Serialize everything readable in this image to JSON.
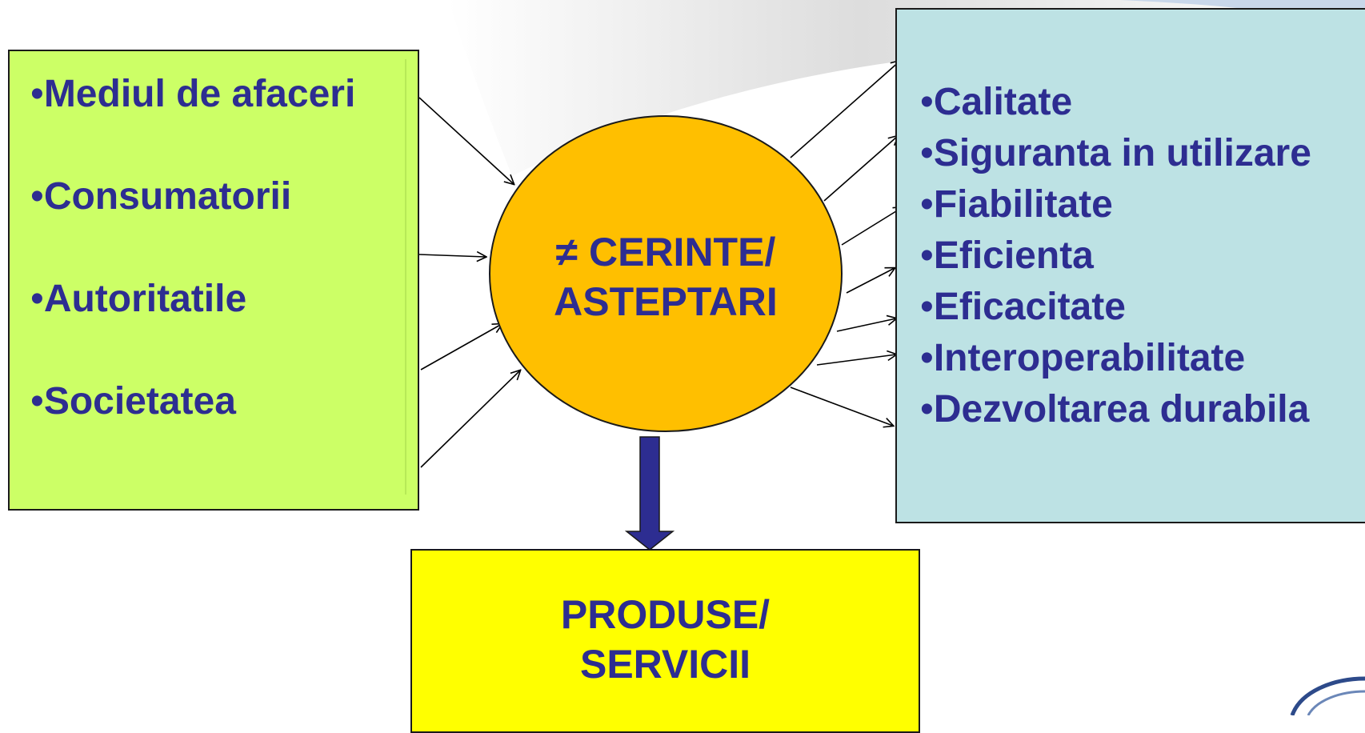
{
  "left_box": {
    "bullet": "•",
    "items": [
      "Mediul de afaceri",
      "Consumatorii",
      "Autoritatile",
      "Societatea"
    ]
  },
  "center_circle": {
    "line1": "≠ CERINTE/",
    "line2": "ASTEPTARI"
  },
  "right_box": {
    "bullet": "•",
    "items": [
      "Calitate",
      "Siguranta in utilizare",
      "Fiabilitate",
      "Eficienta",
      "Eficacitate",
      "Interoperabilitate",
      "Dezvoltarea durabila"
    ]
  },
  "bottom_box": {
    "line1": "PRODUSE/",
    "line2": "SERVICII"
  },
  "colors": {
    "left_box_fill": "#ccff66",
    "right_box_fill": "#bde2e4",
    "circle_fill": "#ffbf00",
    "bottom_box_fill": "#ffff00",
    "text": "#2d2d91",
    "down_arrow": "#2d2d91"
  },
  "icons": {
    "logo": "circular-logo-icon"
  }
}
